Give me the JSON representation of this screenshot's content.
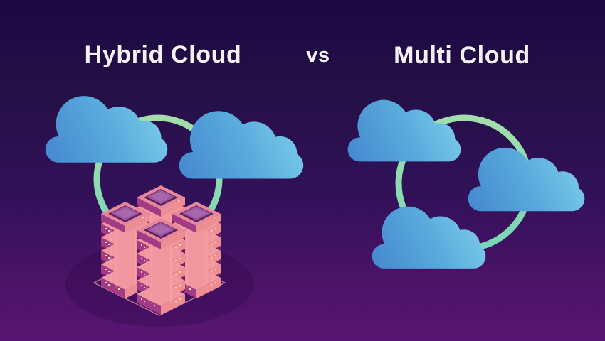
{
  "header": {
    "left_title": "Hybrid Cloud",
    "separator": "vs",
    "right_title": "Multi Cloud"
  },
  "panels": {
    "hybrid": {
      "name": "Hybrid Cloud",
      "cloud_count": 2,
      "icons": [
        "cloud-icon",
        "cloud-icon",
        "on-premise-server-stack-icon",
        "connection-ring",
        "platform-outline"
      ]
    },
    "multi": {
      "name": "Multi Cloud",
      "cloud_count": 3,
      "icons": [
        "cloud-icon",
        "cloud-icon",
        "cloud-icon",
        "connection-ring"
      ]
    }
  },
  "colors": {
    "background_top": "#1c0843",
    "background_bottom": "#581673",
    "title_text": "#f4f2f7",
    "cloud_blue_dark": "#4587cf",
    "cloud_blue_light": "#7fd0ea",
    "ring_green": "#a6ddab",
    "ring_teal": "#74d6b9",
    "server_top_pink": "#f297a0",
    "server_left_magenta": "#a23a85",
    "server_right_salmon": "#ee8e92",
    "server_core_dark": "#571d5c",
    "server_inset_purple": "#9a58a0",
    "led_yellow": "#ffdf9e",
    "platform_line": "#db8ba0"
  }
}
